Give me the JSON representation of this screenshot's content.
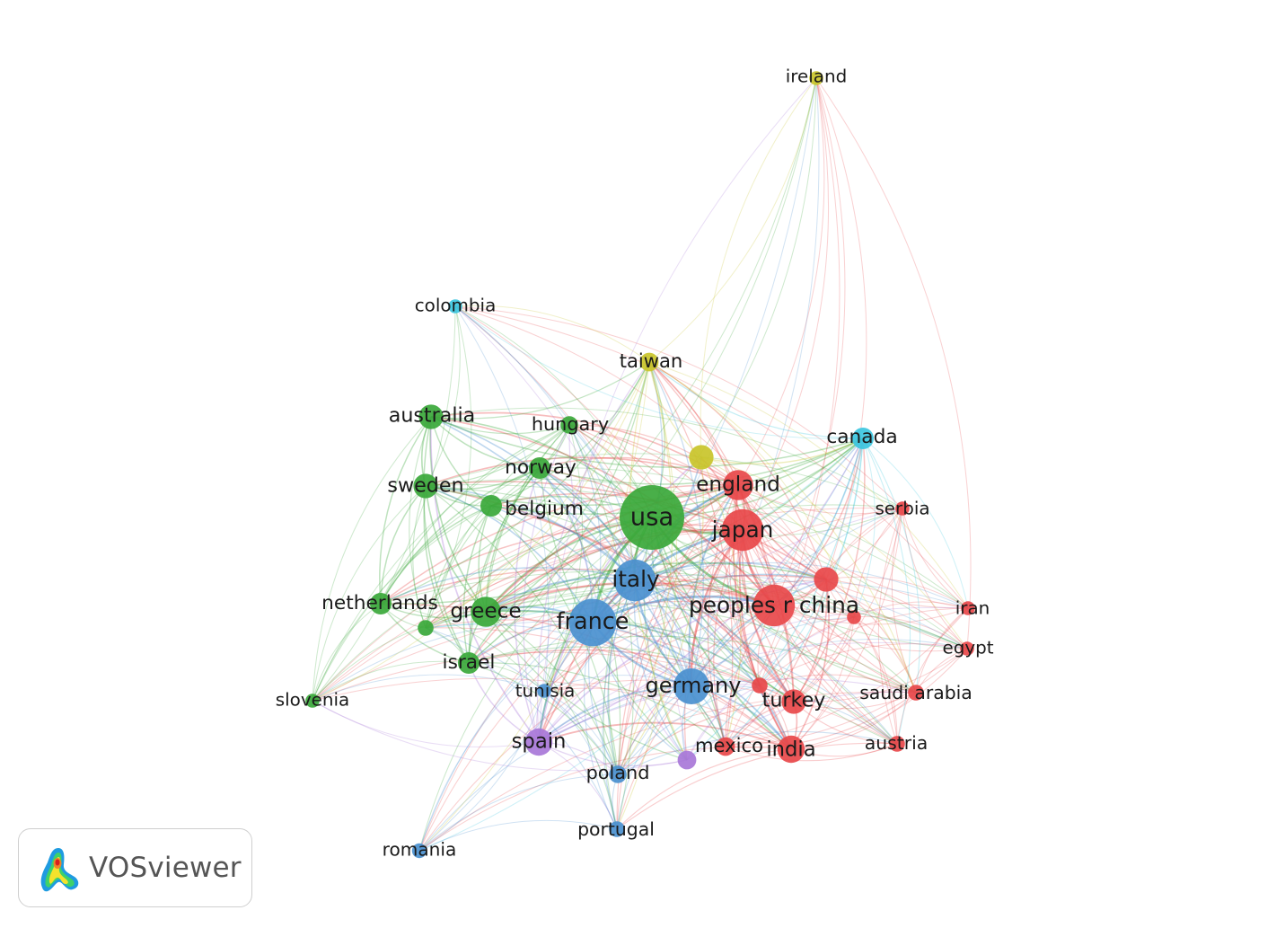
{
  "app": {
    "name": "VOSviewer"
  },
  "cluster_colors": {
    "red": "#e8484a",
    "green": "#3aa83a",
    "blue": "#4a90cf",
    "yellow": "#c9c42a",
    "purple": "#a877d8",
    "cyan": "#3cc6df"
  },
  "nodes": [
    {
      "id": "usa",
      "label": "usa",
      "cluster": "green",
      "weight": 10
    },
    {
      "id": "japan",
      "label": "japan",
      "cluster": "red",
      "weight": 6
    },
    {
      "id": "peoples_r_china",
      "label": "peoples r china",
      "cluster": "red",
      "weight": 6
    },
    {
      "id": "england",
      "label": "england",
      "cluster": "red",
      "weight": 4
    },
    {
      "id": "india",
      "label": "india",
      "cluster": "red",
      "weight": 3.5
    },
    {
      "id": "turkey",
      "label": "turkey",
      "cluster": "red",
      "weight": 3
    },
    {
      "id": "mexico",
      "label": "mexico",
      "cluster": "red",
      "weight": 2
    },
    {
      "id": "serbia",
      "label": "serbia",
      "cluster": "red",
      "weight": 1.2
    },
    {
      "id": "iran",
      "label": "iran",
      "cluster": "red",
      "weight": 1.2
    },
    {
      "id": "egypt",
      "label": "egypt",
      "cluster": "red",
      "weight": 1.2
    },
    {
      "id": "saudi_arabia",
      "label": "saudi arabia",
      "cluster": "red",
      "weight": 1.5
    },
    {
      "id": "austria",
      "label": "austria",
      "cluster": "red",
      "weight": 1.5
    },
    {
      "id": "unlabeled_red_1",
      "label": "",
      "cluster": "red",
      "weight": 3
    },
    {
      "id": "unlabeled_red_2",
      "label": "",
      "cluster": "red",
      "weight": 1.2
    },
    {
      "id": "unlabeled_red_3",
      "label": "",
      "cluster": "red",
      "weight": 1.5
    },
    {
      "id": "italy",
      "label": "italy",
      "cluster": "blue",
      "weight": 6
    },
    {
      "id": "france",
      "label": "france",
      "cluster": "blue",
      "weight": 7
    },
    {
      "id": "germany",
      "label": "germany",
      "cluster": "blue",
      "weight": 5
    },
    {
      "id": "poland",
      "label": "poland",
      "cluster": "blue",
      "weight": 1.8
    },
    {
      "id": "portugal",
      "label": "portugal",
      "cluster": "blue",
      "weight": 1.5
    },
    {
      "id": "romania",
      "label": "romania",
      "cluster": "blue",
      "weight": 1.3
    },
    {
      "id": "tunisia",
      "label": "tunisia",
      "cluster": "blue",
      "weight": 1.2
    },
    {
      "id": "australia",
      "label": "australia",
      "cluster": "green",
      "weight": 3
    },
    {
      "id": "sweden",
      "label": "sweden",
      "cluster": "green",
      "weight": 3
    },
    {
      "id": "norway",
      "label": "norway",
      "cluster": "green",
      "weight": 2.5
    },
    {
      "id": "belgium",
      "label": "belgium",
      "cluster": "green",
      "weight": 2.5
    },
    {
      "id": "hungary",
      "label": "hungary",
      "cluster": "green",
      "weight": 1.8
    },
    {
      "id": "netherlands",
      "label": "netherlands",
      "cluster": "green",
      "weight": 2.5
    },
    {
      "id": "greece",
      "label": "greece",
      "cluster": "green",
      "weight": 4
    },
    {
      "id": "israel",
      "label": "israel",
      "cluster": "green",
      "weight": 2.5
    },
    {
      "id": "slovenia",
      "label": "slovenia",
      "cluster": "green",
      "weight": 1.2
    },
    {
      "id": "unlabeled_green_1",
      "label": "",
      "cluster": "green",
      "weight": 1.5
    },
    {
      "id": "taiwan",
      "label": "taiwan",
      "cluster": "yellow",
      "weight": 2
    },
    {
      "id": "ireland",
      "label": "ireland",
      "cluster": "yellow",
      "weight": 1.2
    },
    {
      "id": "unlabeled_yellow_1",
      "label": "",
      "cluster": "yellow",
      "weight": 3
    },
    {
      "id": "spain",
      "label": "spain",
      "cluster": "purple",
      "weight": 3.5
    },
    {
      "id": "unlabeled_purple_1",
      "label": "",
      "cluster": "purple",
      "weight": 2
    },
    {
      "id": "colombia",
      "label": "colombia",
      "cluster": "cyan",
      "weight": 1.2
    },
    {
      "id": "canada",
      "label": "canada",
      "cluster": "cyan",
      "weight": 2.5
    }
  ]
}
